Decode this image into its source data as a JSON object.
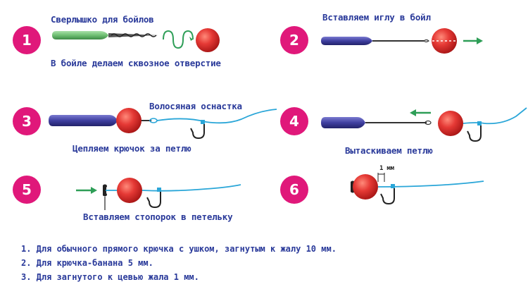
{
  "steps": [
    {
      "number": "1",
      "labels": [
        "Сверлышко для бойлов",
        "В бойле делаем сквозное отверстие"
      ]
    },
    {
      "number": "2",
      "labels": [
        "Вставляем иглу в бойл"
      ]
    },
    {
      "number": "3",
      "labels": [
        "Волосяная оснастка",
        "Цепляем крючок за петлю"
      ]
    },
    {
      "number": "4",
      "labels": [
        "Вытаскиваем петлю"
      ]
    },
    {
      "number": "5",
      "labels": [
        "Вставляем стопорок в петельку"
      ]
    },
    {
      "number": "6",
      "labels": [
        "1 мм"
      ]
    }
  ],
  "notes": [
    "1. Для обычного прямого крючка с ушком, загнутым к жалу 10 мм.",
    "2. Для крючка-банана 5 мм.",
    "3. Для загнутого к цевью жала 1 мм."
  ],
  "colors": {
    "badge": "#e0187a",
    "text": "#2a3a9a",
    "boilie": "#e53935",
    "handle_green": "#6fbf73",
    "handle_purple": "#3f3fa0",
    "line": "#2aa6d8",
    "arrow": "#2e9e57"
  }
}
